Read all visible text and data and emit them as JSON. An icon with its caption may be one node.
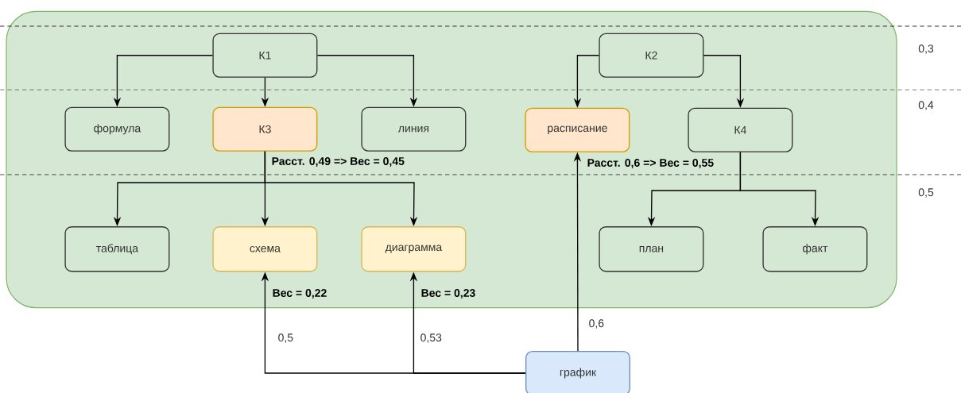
{
  "diagram": {
    "nodes": [
      {
        "text": [],
        "shape": "box"
      },
      {
        "text": [
          "К1"
        ],
        "in": 0
      },
      {
        "text": [
          "К2"
        ],
        "in": 0
      },
      {
        "text": [
          "формула"
        ],
        "in": 0
      },
      {
        "text": [
          "К3"
        ],
        "in": 0,
        "beside": [
          "Расст. 0,49 => Вес = 0,45"
        ]
      },
      {
        "text": [
          "линия"
        ],
        "in": 0
      },
      {
        "text": [
          "расписание"
        ],
        "in": 0,
        "beside": [
          "Расст. 0,6 => Вес = 0,55"
        ]
      },
      {
        "text": [
          "К4"
        ],
        "in": 0
      },
      {
        "text": [
          "таблица"
        ],
        "in": 0
      },
      {
        "text": [
          "схема"
        ],
        "in": 0,
        "beside": [
          "Вес = 0,22"
        ]
      },
      {
        "text": [
          "диаграмма"
        ],
        "in": 0,
        "beside": [
          "Вес = 0,23"
        ]
      },
      {
        "text": [
          "план"
        ],
        "in": 0
      },
      {
        "text": [
          "факт"
        ],
        "in": 0
      },
      {
        "text": [
          "график"
        ]
      }
    ],
    "edges": [
      {
        "from": 1,
        "to": 3,
        "arrow": "to"
      },
      {
        "from": 1,
        "to": 4,
        "arrow": "to"
      },
      {
        "from": 1,
        "to": 5,
        "arrow": "to"
      },
      {
        "from": 2,
        "to": 6,
        "arrow": "to"
      },
      {
        "from": 2,
        "to": 7,
        "arrow": "to"
      },
      {
        "from": 4,
        "to": 8,
        "arrow": "to"
      },
      {
        "from": 4,
        "to": 9,
        "arrow": "to"
      },
      {
        "from": 4,
        "to": 10,
        "arrow": "to"
      },
      {
        "from": 7,
        "to": 11,
        "arrow": "to"
      },
      {
        "from": 7,
        "to": 12,
        "arrow": "to"
      },
      {
        "from": 13,
        "to": 9,
        "arrow": "to",
        "label": "0,5"
      },
      {
        "from": 13,
        "to": 10,
        "arrow": "to",
        "label": "0,53"
      },
      {
        "from": 13,
        "to": 6,
        "arrow": "to",
        "label": "0,6"
      }
    ],
    "labels": [
      "0,3",
      "0,4",
      "0,5"
    ]
  }
}
